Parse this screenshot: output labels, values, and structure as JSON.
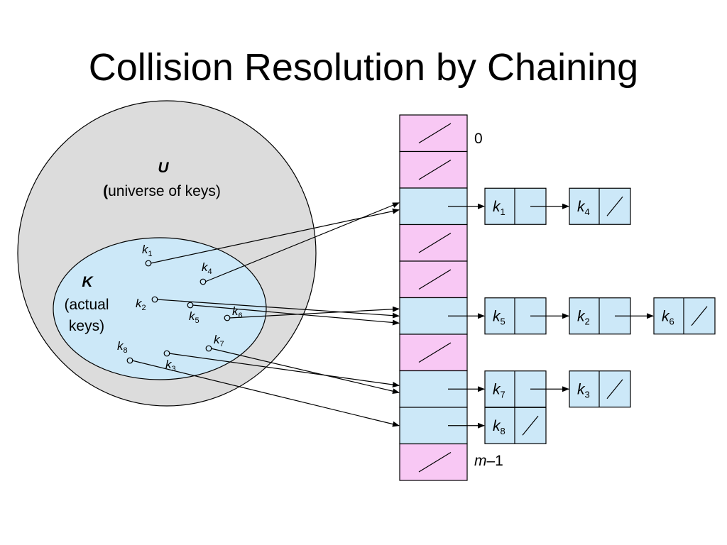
{
  "title": "Collision Resolution by Chaining",
  "universe": {
    "symbol": "U",
    "open_paren": "(",
    "description": "universe of keys)"
  },
  "actual_keys": {
    "symbol": "K",
    "line1": "(actual",
    "line2": "keys)"
  },
  "keys": [
    {
      "id": "k1",
      "letter": "k",
      "sub": "1"
    },
    {
      "id": "k2",
      "letter": "k",
      "sub": "2"
    },
    {
      "id": "k3",
      "letter": "k",
      "sub": "3"
    },
    {
      "id": "k4",
      "letter": "k",
      "sub": "4"
    },
    {
      "id": "k5",
      "letter": "k",
      "sub": "5"
    },
    {
      "id": "k6",
      "letter": "k",
      "sub": "6"
    },
    {
      "id": "k7",
      "letter": "k",
      "sub": "7"
    },
    {
      "id": "k8",
      "letter": "k",
      "sub": "8"
    }
  ],
  "table": {
    "first_index": "0",
    "last_index_var": "m",
    "last_index_rest": "–1",
    "slots": [
      {
        "nil": true,
        "chain": []
      },
      {
        "nil": true,
        "chain": []
      },
      {
        "nil": false,
        "chain": [
          "k1",
          "k4"
        ]
      },
      {
        "nil": true,
        "chain": []
      },
      {
        "nil": true,
        "chain": []
      },
      {
        "nil": false,
        "chain": [
          "k5",
          "k2",
          "k6"
        ]
      },
      {
        "nil": true,
        "chain": []
      },
      {
        "nil": false,
        "chain": [
          "k7",
          "k3"
        ]
      },
      {
        "nil": false,
        "chain": [
          "k8"
        ]
      },
      {
        "nil": true,
        "chain": []
      }
    ]
  },
  "colors": {
    "universe_fill": "#dcdcdc",
    "keys_fill": "#cce8f8",
    "slot_nil_fill": "#f8c8f4",
    "slot_used_fill": "#cce8f8",
    "node_fill": "#cce8f8",
    "stroke": "#000000"
  }
}
